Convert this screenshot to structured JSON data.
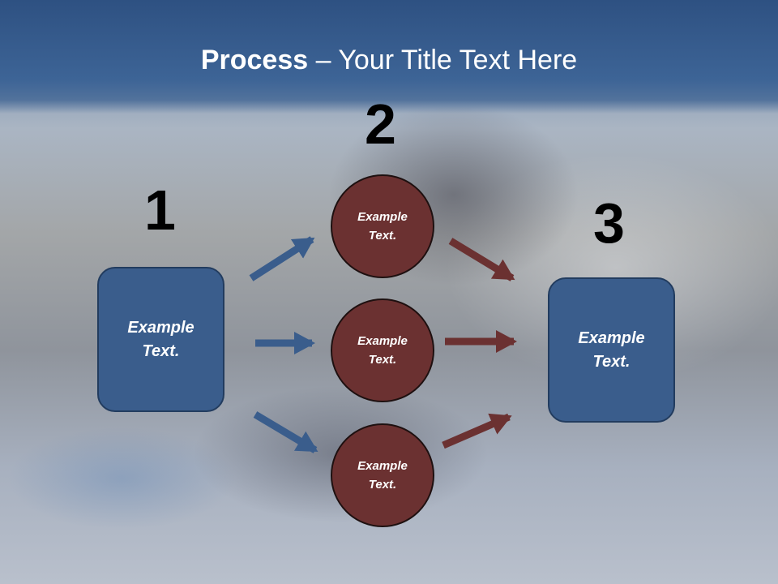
{
  "title": {
    "bold": "Process",
    "rest": " – Your Title Text Here"
  },
  "steps": [
    {
      "number": "1",
      "text_line1": "Example",
      "text_line2": "Text."
    },
    {
      "number": "2"
    },
    {
      "number": "3",
      "text_line1": "Example",
      "text_line2": "Text."
    }
  ],
  "circles": [
    {
      "text_line1": "Example",
      "text_line2": "Text."
    },
    {
      "text_line1": "Example",
      "text_line2": "Text."
    },
    {
      "text_line1": "Example",
      "text_line2": "Text."
    }
  ],
  "colors": {
    "box_fill": "#3a5d8c",
    "circle_fill": "#6b3131",
    "arrow_blue": "#3a5d8c",
    "arrow_red": "#6b3131",
    "title_band": "#2e5182"
  }
}
